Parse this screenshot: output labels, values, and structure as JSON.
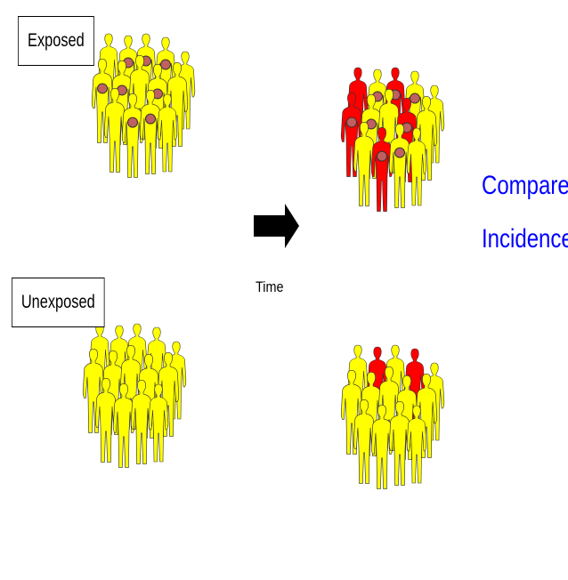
{
  "labels": {
    "exposed": "Exposed",
    "unexposed": "Unexposed",
    "time": "Time",
    "compare_line_1": "Compare",
    "compare_line_2": "Incidence"
  },
  "colors": {
    "healthy": "#ffff00",
    "diseased": "#ff0000",
    "exposure_dot": "#c06060",
    "outline": "#333333",
    "arrow": "#000000",
    "compare_text": "#0000ff"
  },
  "groups": {
    "exposed_before": {
      "people": 14,
      "diseased": 0,
      "marked_exposed": 8
    },
    "exposed_after": {
      "people": 14,
      "diseased": 5,
      "marked_exposed": 8
    },
    "unexposed_before": {
      "people": 14,
      "diseased": 0,
      "marked_exposed": 0
    },
    "unexposed_after": {
      "people": 14,
      "diseased": 2,
      "marked_exposed": 0
    }
  }
}
